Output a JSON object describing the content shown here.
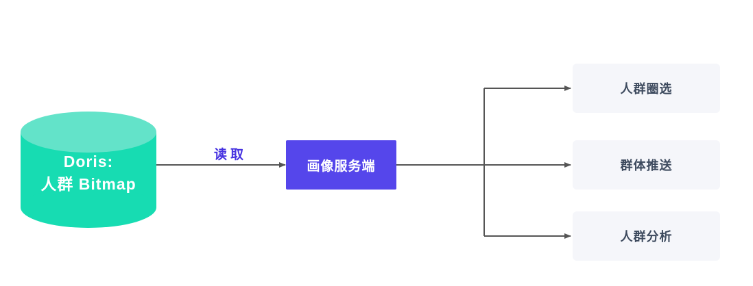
{
  "diagram": {
    "source_node": {
      "line1": "Doris:",
      "line2": "人群 Bitmap"
    },
    "edge_label": "读取",
    "service_node": {
      "label": "画像服务端"
    },
    "target_nodes": [
      {
        "label": "人群圈选"
      },
      {
        "label": "群体推送"
      },
      {
        "label": "人群分析"
      }
    ],
    "colors": {
      "cylinder_body": "#17dcb2",
      "cylinder_top": "#63e3c9",
      "service_box_bg": "#5546eb",
      "service_box_text": "#ffffff",
      "edge_label_text": "#4632e0",
      "target_box_bg": "#f5f6fa",
      "target_box_text": "#3d4a5e",
      "connector_line": "#555555",
      "source_text": "#ffffff",
      "background": "#ffffff"
    }
  }
}
